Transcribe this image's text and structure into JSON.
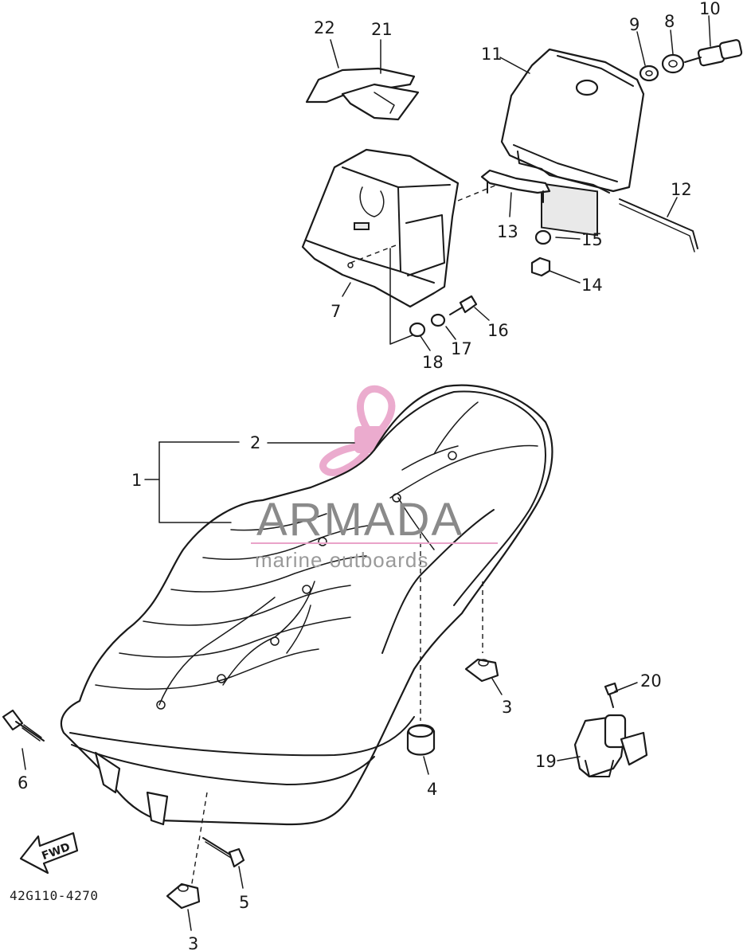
{
  "diagram": {
    "part_code": "42G110-4270",
    "fwd_label": "FWD",
    "callouts": [
      {
        "id": "c1",
        "label": "1"
      },
      {
        "id": "c2",
        "label": "2"
      },
      {
        "id": "c3a",
        "label": "3"
      },
      {
        "id": "c3b",
        "label": "3"
      },
      {
        "id": "c4",
        "label": "4"
      },
      {
        "id": "c5",
        "label": "5"
      },
      {
        "id": "c6",
        "label": "6"
      },
      {
        "id": "c7",
        "label": "7"
      },
      {
        "id": "c8",
        "label": "8"
      },
      {
        "id": "c9",
        "label": "9"
      },
      {
        "id": "c10",
        "label": "10"
      },
      {
        "id": "c11",
        "label": "11"
      },
      {
        "id": "c12",
        "label": "12"
      },
      {
        "id": "c13",
        "label": "13"
      },
      {
        "id": "c14",
        "label": "14"
      },
      {
        "id": "c15",
        "label": "15"
      },
      {
        "id": "c16",
        "label": "16"
      },
      {
        "id": "c17",
        "label": "17"
      },
      {
        "id": "c18",
        "label": "18"
      },
      {
        "id": "c19",
        "label": "19"
      },
      {
        "id": "c20",
        "label": "20"
      },
      {
        "id": "c21",
        "label": "21"
      },
      {
        "id": "c22",
        "label": "22"
      }
    ]
  },
  "watermark": {
    "brand": "ARMADA",
    "tagline": "marine outboards",
    "logo_color": "#e9a3c9"
  }
}
